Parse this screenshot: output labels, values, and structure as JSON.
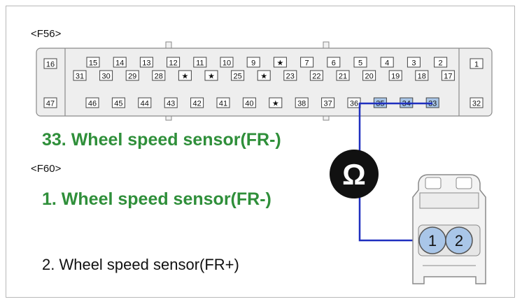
{
  "connector_f56": {
    "label": "<F56>",
    "left_pins": [
      "16",
      "47"
    ],
    "right_pins": [
      "1",
      "32"
    ],
    "row1": [
      "15",
      "14",
      "13",
      "12",
      "11",
      "10",
      "9",
      "★",
      "7",
      "6",
      "5",
      "4",
      "3",
      "2"
    ],
    "row2": [
      "31",
      "30",
      "29",
      "28",
      "★",
      "★",
      "25",
      "★",
      "23",
      "22",
      "21",
      "20",
      "19",
      "18",
      "17"
    ],
    "row3": [
      "46",
      "45",
      "44",
      "43",
      "42",
      "41",
      "40",
      "★",
      "38",
      "37",
      "36",
      "35",
      "34",
      "33"
    ]
  },
  "f56_caption": "33. Wheel speed sensor(FR-)",
  "connector_f60": {
    "label": "<F60>",
    "pins": [
      "1",
      "2"
    ]
  },
  "f60_caption_1": "1. Wheel speed sensor(FR-)",
  "f60_caption_2": "2. Wheel speed sensor(FR+)",
  "meter_symbol": "Ω",
  "colors": {
    "caption_green": "#2f8f3a",
    "wire_blue": "#1f2fbf",
    "pin_highlight": "#a9c6e8"
  }
}
